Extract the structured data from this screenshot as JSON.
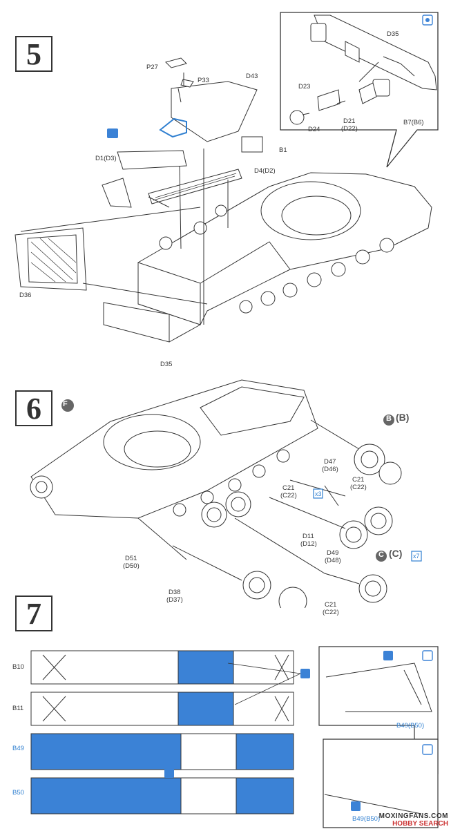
{
  "steps": {
    "s5": "5",
    "s6": "6",
    "s7": "7"
  },
  "step6_marker": "F",
  "step6_option_b": "B",
  "step6_option_b_alt": "(B)",
  "step6_option_c": "C",
  "step6_option_c_alt": "(C)",
  "step6_qty_c": "x7",
  "step6_qty_c21": "x3",
  "parts5": {
    "p27": "P27",
    "p33": "P33",
    "d43": "D43",
    "b1": "B1",
    "d1": "D1(D3)",
    "d4": "D4(D2)",
    "d36": "D36",
    "d35_bottom": "D35",
    "d35_inset": "D35",
    "d23": "D23",
    "d24": "D24",
    "d21": "D21",
    "d22": "(D22)",
    "b7": "B7(B6)"
  },
  "parts6": {
    "d47": "D47",
    "d46": "(D46)",
    "c21a": "C21",
    "c22a": "(C22)",
    "c21b": "C21",
    "c22b": "(C22)",
    "d11": "D11",
    "d12": "(D12)",
    "d49": "D49",
    "d48": "(D48)",
    "d51": "D51",
    "d50": "(D50)",
    "d38": "D38",
    "d37": "(D37)",
    "c21c": "C21",
    "c22c": "(C22)"
  },
  "parts7": {
    "b10": "B10",
    "b11": "B11",
    "b49": "B49",
    "b50": "B50",
    "b49_inset": "B49(B50)",
    "b49_inset2": "B49(B50)"
  },
  "colors": {
    "paint_blue": "#3b82d6",
    "marker_gray": "#666666",
    "line": "#333333"
  },
  "watermark": {
    "line1": "MOXINGFANS.COM",
    "line2": "HOBBY SEARCH"
  }
}
